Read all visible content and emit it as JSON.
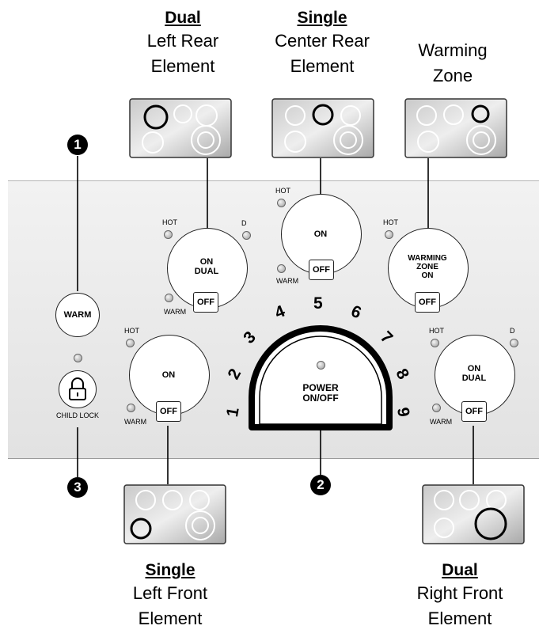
{
  "elements": {
    "left_rear": {
      "type": "Dual",
      "line1": "Left Rear",
      "line2": "Element"
    },
    "center_rear": {
      "type": "Single",
      "line1": "Center Rear",
      "line2": "Element"
    },
    "warming_zone": {
      "line1": "Warming",
      "line2": "Zone"
    },
    "left_front": {
      "type": "Single",
      "line1": "Left Front",
      "line2": "Element"
    },
    "right_front": {
      "type": "Dual",
      "line1": "Right Front",
      "line2": "Element"
    }
  },
  "controls": {
    "hot": "HOT",
    "warm": "WARM",
    "dual_indicator": "D",
    "off": "OFF",
    "on": "ON",
    "dual": "DUAL",
    "warming_zone_line1": "WARMING",
    "warming_zone_line2": "ZONE",
    "warm_button": "WARM",
    "child_lock": "CHILD LOCK",
    "power_line1": "POWER",
    "power_line2": "ON/OFF"
  },
  "dial_numbers": [
    "1",
    "2",
    "3",
    "4",
    "5",
    "6",
    "7",
    "8",
    "9"
  ],
  "callouts": {
    "one": "1",
    "two": "2",
    "three": "3"
  }
}
